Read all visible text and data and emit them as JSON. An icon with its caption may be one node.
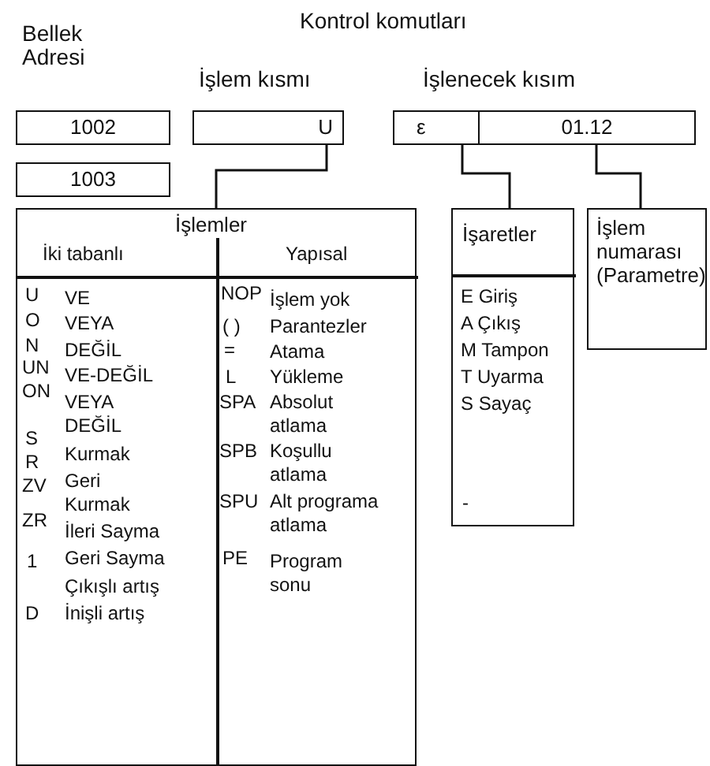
{
  "diagram": {
    "title": "Kontrol komutları",
    "nodes": [
      {
        "text": [
          "1002"
        ]
      },
      {
        "text": [
          "1003"
        ]
      },
      {
        "text": [
          "U"
        ]
      },
      {
        "text": [
          "ε"
        ]
      },
      {
        "text": [
          "01.12"
        ]
      },
      {
        "text": [
          "İşlemler",
          "İki tabanlı",
          "Yapısal",
          "U",
          "VE",
          "NOP",
          "İşlem yok",
          "O",
          "VEYA",
          "( )",
          "Parantezler",
          "N",
          "DEĞİL",
          "=",
          "Atama",
          "UN",
          "VE-DEĞİL",
          "L",
          "Yükleme",
          "ON",
          "VEYA DEĞİL",
          "SPA",
          "Absolut atlama",
          "S",
          "R",
          "Kurmak",
          "SPB",
          "Koşullu atlama",
          "ZV",
          "Geri Kurmak",
          "SPU",
          "Alt programa atlama",
          "ZR",
          "İleri Sayma",
          "1",
          "Geri Sayma",
          "PE",
          "Program sonu",
          "Çıkışlı artış",
          "D",
          "İnişli artış"
        ]
      },
      {
        "text": [
          "İşaretler",
          "E Giriş",
          "A Çıkış",
          "M Tampon",
          "T Uyarma",
          "S Sayaç",
          "-"
        ]
      },
      {
        "text": [
          "İşlem numarası (Parametre)"
        ]
      }
    ],
    "edges": [
      {
        "from": 2,
        "to": 5,
        "arrow": "none"
      },
      {
        "from": 3,
        "to": 6,
        "arrow": "none"
      },
      {
        "from": 4,
        "to": 7,
        "arrow": "none"
      }
    ],
    "labels": [
      "Bellek Adresi",
      "İşlem kısmı",
      "İşlenecek kısım"
    ]
  }
}
